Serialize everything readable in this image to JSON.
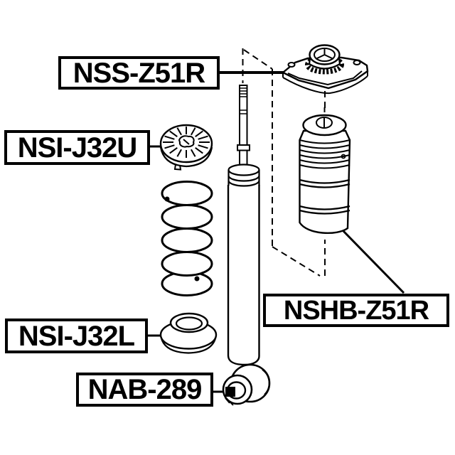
{
  "diagram": {
    "background_color": "#ffffff",
    "line_color": "#000000",
    "labels": {
      "nss": "NSS-Z51R",
      "nsi_upper": "NSI-J32U",
      "nsi_lower": "NSI-J32L",
      "nab": "NAB-289",
      "nshb": "NSHB-Z51R"
    }
  }
}
